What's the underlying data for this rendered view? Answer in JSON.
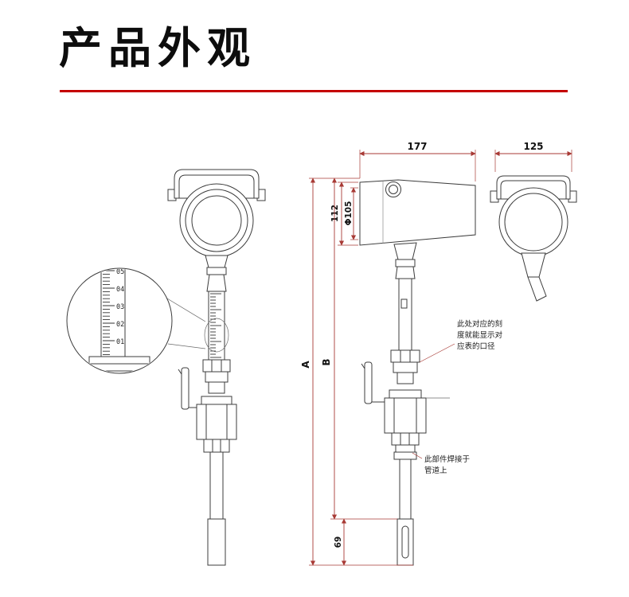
{
  "page": {
    "title": "产品外观",
    "accent_color": "#c40000"
  },
  "dims": {
    "d177": "177",
    "d125": "125",
    "d112": "112",
    "d105": "Φ105",
    "dA": "A",
    "dB": "B",
    "d69": "69"
  },
  "detail_scale": [
    "05",
    "04",
    "03",
    "02",
    "01"
  ],
  "notes": {
    "scale_l1": "此处对应的刻",
    "scale_l2": "度就能显示对",
    "scale_l3": "应表的口径",
    "weld_l1": "此部件焊接于",
    "weld_l2": "管道上"
  }
}
